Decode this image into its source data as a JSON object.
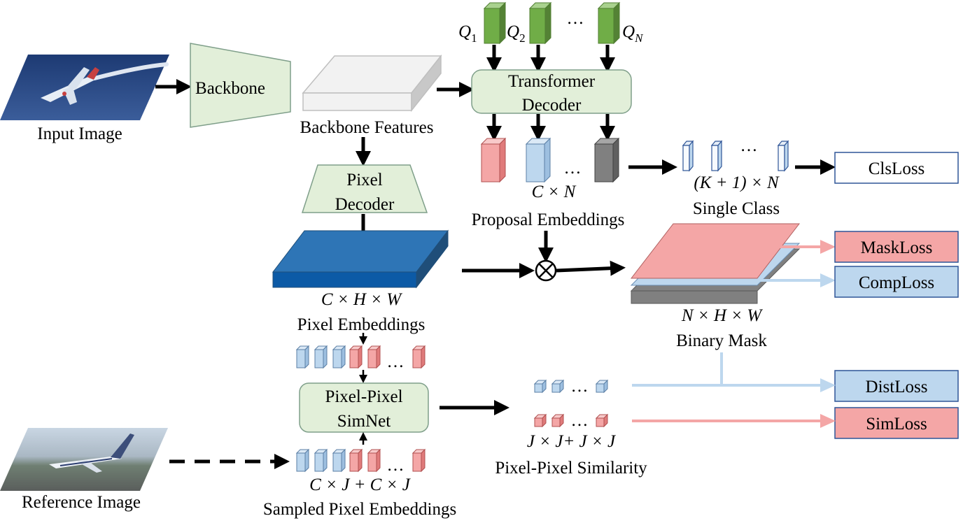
{
  "labels": {
    "input_image": "Input Image",
    "backbone": "Backbone",
    "backbone_features": "Backbone Features",
    "pixel_decoder_1": "Pixel",
    "pixel_decoder_2": "Decoder",
    "transformer_1": "Transformer",
    "transformer_2": "Decoder",
    "queries_ellipsis": "…",
    "proposal_ellipsis": "…",
    "proposal_dims": "C × N",
    "proposal_embeddings": "Proposal Embeddings",
    "class_ellipsis": "…",
    "class_dims": "(K + 1) × N",
    "single_class": "Single Class",
    "pixel_dims": "C × H × W",
    "pixel_embeddings": "Pixel Embeddings",
    "mask_dims": "N × H × W",
    "binary_mask": "Binary Mask",
    "pixel_row_ellipsis": "…",
    "simnet_1": "Pixel-Pixel",
    "simnet_2": "SimNet",
    "sim_row1_ellipsis": "…",
    "sim_row2_ellipsis": "…",
    "sim_dims": "J × J+ J × J",
    "pixel_similarity": "Pixel-Pixel Similarity",
    "sampled_ellipsis": "…",
    "sampled_dims": "C × J + C × J",
    "sampled_embeddings": "Sampled Pixel Embeddings",
    "reference_image": "Reference Image"
  },
  "queries": [
    {
      "letter": "Q",
      "sub": "1"
    },
    {
      "letter": "Q",
      "sub": "2"
    },
    {
      "letter": "Q",
      "sub": "N"
    }
  ],
  "losses": {
    "cls": "ClsLoss",
    "mask": "MaskLoss",
    "comp": "CompLoss",
    "dist": "DistLoss",
    "sim": "SimLoss"
  },
  "colors": {
    "module_fill": "#e2efd9",
    "query_green": "#70ad47",
    "pixel_blue": "#2e75b6",
    "loss_red": "#f4a6a6",
    "loss_blue": "#bdd7ee",
    "pink": "#f4a6a6",
    "light_blue": "#bdd7ee",
    "gray": "#808080"
  }
}
